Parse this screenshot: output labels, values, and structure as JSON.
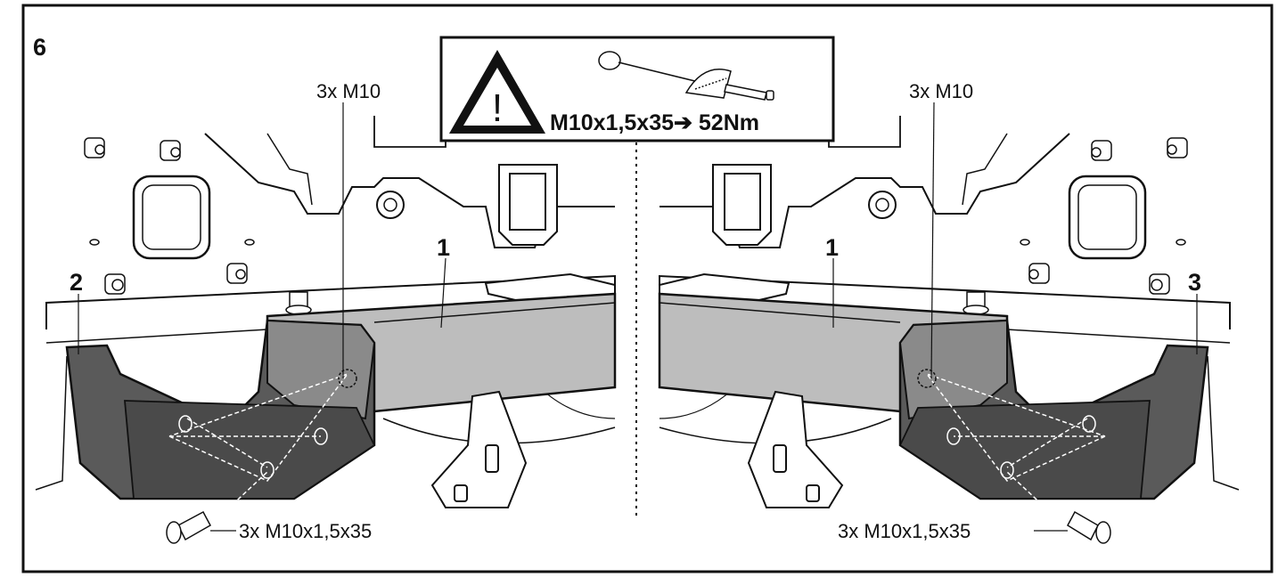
{
  "step_number": "6",
  "warning": {
    "icon": "warning-triangle-icon",
    "tool_icon": "torque-wrench-icon",
    "torque_spec": "M10x1,5x35➔ 52Nm"
  },
  "left_view": {
    "bolt_label_top": "3x M10",
    "bolt_label_bottom": "3x M10x1,5x35",
    "crossmember_callout": "1",
    "bracket_callout": "2"
  },
  "right_view": {
    "bolt_label_top": "3x M10",
    "bolt_label_bottom": "3x M10x1,5x35",
    "crossmember_callout": "1",
    "bracket_callout": "3"
  },
  "colors": {
    "outline": "#111111",
    "crossmember_fill": "#bdbdbd",
    "bracket_fill": "#5a5a5a",
    "bracket_dark": "#3e3e3e",
    "background": "#ffffff"
  }
}
